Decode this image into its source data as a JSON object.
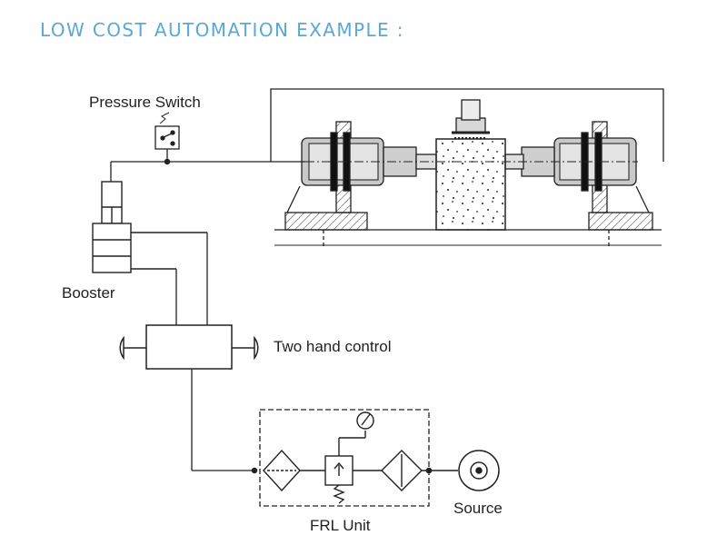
{
  "title": "LOW COST AUTOMATION EXAMPLE :",
  "labels": {
    "pressure_switch": "Pressure Switch",
    "booster": "Booster",
    "two_hand_control": "Two hand control",
    "frl_unit": "FRL Unit",
    "source": "Source"
  },
  "colors": {
    "title": "#5ba8d6",
    "line": "#222222",
    "accent": "#2b7fc0"
  }
}
